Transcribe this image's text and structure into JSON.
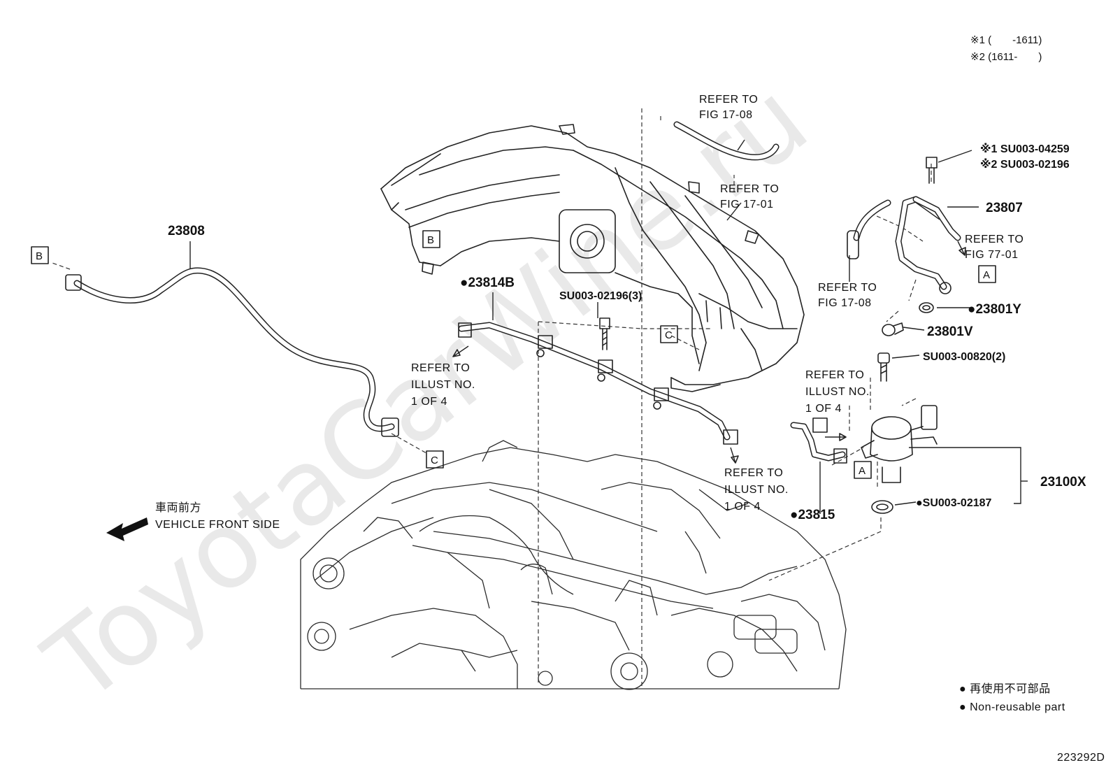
{
  "diagram_id": "223292D",
  "notes": {
    "note1": "※1 (　　-1611)",
    "note2": "※2 (1611-　　)"
  },
  "parts": {
    "p23808": "23808",
    "p23814B": "●23814B",
    "p23807": "23807",
    "p23801Y": "●23801Y",
    "p23801V": "23801V",
    "p23815": "●23815",
    "p23100X": "23100X",
    "bolt_center": "SU003-02196(3)",
    "bolt_top1": "※1 SU003-04259",
    "bolt_top2": "※2 SU003-02196",
    "bolt_right": "SU003-00820(2)",
    "gasket": "●SU003-02187"
  },
  "refs": {
    "fig1708_top": [
      "REFER TO",
      "FIG 17-08"
    ],
    "fig1701": [
      "REFER TO",
      "FIG 17-01"
    ],
    "fig7701": [
      "REFER TO",
      "FIG 77-01"
    ],
    "fig1708_mid": [
      "REFER TO",
      "FIG 17-08"
    ],
    "illust_left": [
      "REFER TO",
      "ILLUST NO.",
      "1 OF 4"
    ],
    "illust_right": [
      "REFER TO",
      "ILLUST NO.",
      "1 OF 4"
    ],
    "illust_bottom": [
      "REFER TO",
      "ILLUST NO.",
      "1 OF 4"
    ]
  },
  "connectors": {
    "b_left": "B",
    "b_manifold": "B",
    "c_manifold": "C",
    "c_pipe": "C",
    "a_top": "A",
    "a_pump": "A"
  },
  "front": {
    "jp": "車両前方",
    "en": "VEHICLE FRONT SIDE"
  },
  "legend": {
    "jp": "● 再使用不可部品",
    "en": "● Non-reusable part"
  },
  "watermark": "ToyotaCarWine.ru"
}
